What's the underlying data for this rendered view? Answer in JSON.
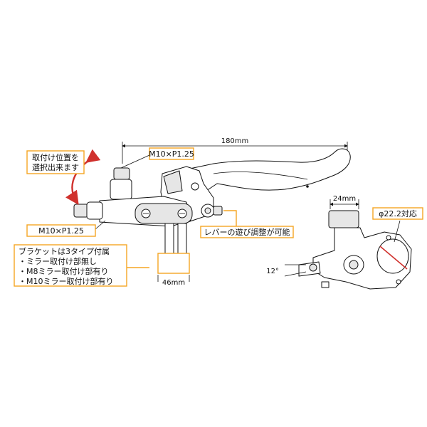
{
  "dimensions": {
    "overall_length": "180mm",
    "bracket_width": "46mm",
    "clamp_width": "24mm",
    "bar_diameter": "φ22.2対応",
    "angle": "12°"
  },
  "callouts": {
    "mount_position": [
      "取付け位置を",
      "選択出来ます"
    ],
    "thread_top": "M10×P1.25",
    "thread_side": "M10×P1.25",
    "play_adjust": "レバーの遊び調整が可能",
    "bracket_types": [
      "ブラケットは3タイプ付属",
      "・ミラー取付け部無し",
      "・M8ミラー取付け部有り",
      "・M10ミラー取付け部有り"
    ]
  },
  "colors": {
    "accent_box": "#f5a623",
    "arrow": "#d0312d",
    "diameter_marker": "#d0312d",
    "line": "#111111"
  }
}
